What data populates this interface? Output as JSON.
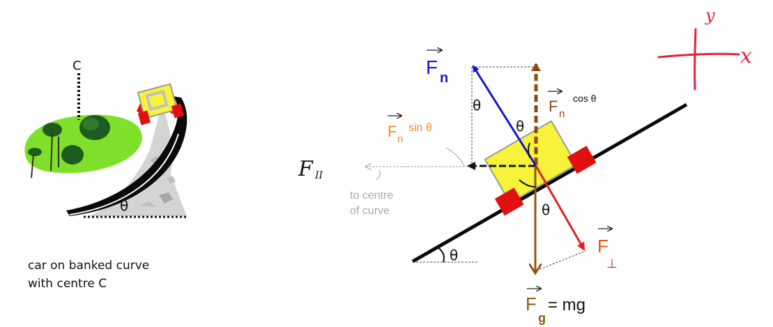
{
  "left_panel": {
    "center_label": "C",
    "angle_label": "θ",
    "caption_line1": "car on banked curve",
    "caption_line2": "with centre C"
  },
  "force_diagram": {
    "parallel_note": "F",
    "parallel_note_sub": "II",
    "normal_label": "F",
    "normal_sub": "n",
    "ncos_label": "F",
    "ncos_sub": "n",
    "ncos_suffix": "cos θ",
    "nsin_label": "F",
    "nsin_sub": "n",
    "nsin_suffix": "sin θ",
    "toward_line1": "to centre",
    "toward_line2": "of curve",
    "perp_label": "F",
    "perp_sub": "⊥",
    "gravity_label": "F",
    "gravity_sub": "g",
    "gravity_suffix": "= mg",
    "theta": "θ",
    "axis_y": "y",
    "axis_x": "x"
  },
  "colors": {
    "normal": "#1414d2",
    "cos_component": "#8b4a10",
    "sin_component": "#f08a1e",
    "perpendicular": "#e02020",
    "gravity": "#8b5a12",
    "car_body": "#f7f23a",
    "wheel": "#e01010",
    "green_island": "#7ee02a",
    "hand_axes": "#e8203a",
    "grey_text": "#a8a8a8"
  }
}
